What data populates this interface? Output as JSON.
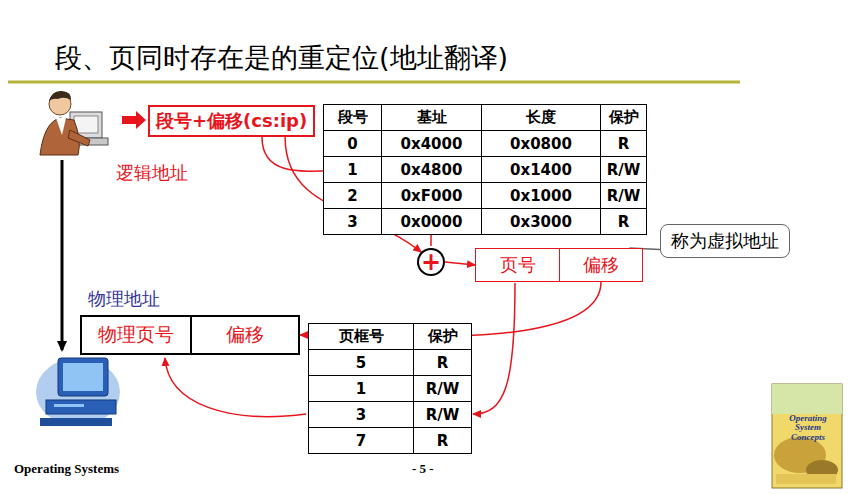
{
  "diagram": {
    "title": "段、页同时存在是的重定位(地址翻译)",
    "nodes": [
      {
        "text": [
          "段号+偏移(cs:ip)"
        ]
      },
      {
        "text": [
          "+"
        ]
      },
      {
        "text": [
          "页号",
          "偏移"
        ]
      },
      {
        "text": [
          "称为虚拟地址"
        ]
      },
      {
        "text": [
          "物理地址",
          "物理页号",
          "偏移"
        ]
      }
    ],
    "edges": [
      {
        "from": 0,
        "to": 1,
        "arrow": "to"
      },
      {
        "from": 1,
        "to": 2,
        "arrow": "to"
      },
      {
        "from": 3,
        "to": 2,
        "arrow": "none"
      },
      {
        "from": 2,
        "to": 4,
        "arrow": "to"
      }
    ],
    "labels": [
      "逻辑地址",
      "段号",
      "基址",
      "长度",
      "保护",
      "0",
      "0x4000",
      "0x0800",
      "R",
      "1",
      "0x4800",
      "0x1400",
      "R/W",
      "2",
      "0xF000",
      "0x1000",
      "R/W",
      "3",
      "0x0000",
      "0x3000",
      "R",
      "页框号",
      "保护",
      "5",
      "R",
      "1",
      "R/W",
      "3",
      "R/W",
      "7",
      "R",
      "Operating Systems",
      "- 5 -",
      "Operating System Concepts"
    ]
  }
}
